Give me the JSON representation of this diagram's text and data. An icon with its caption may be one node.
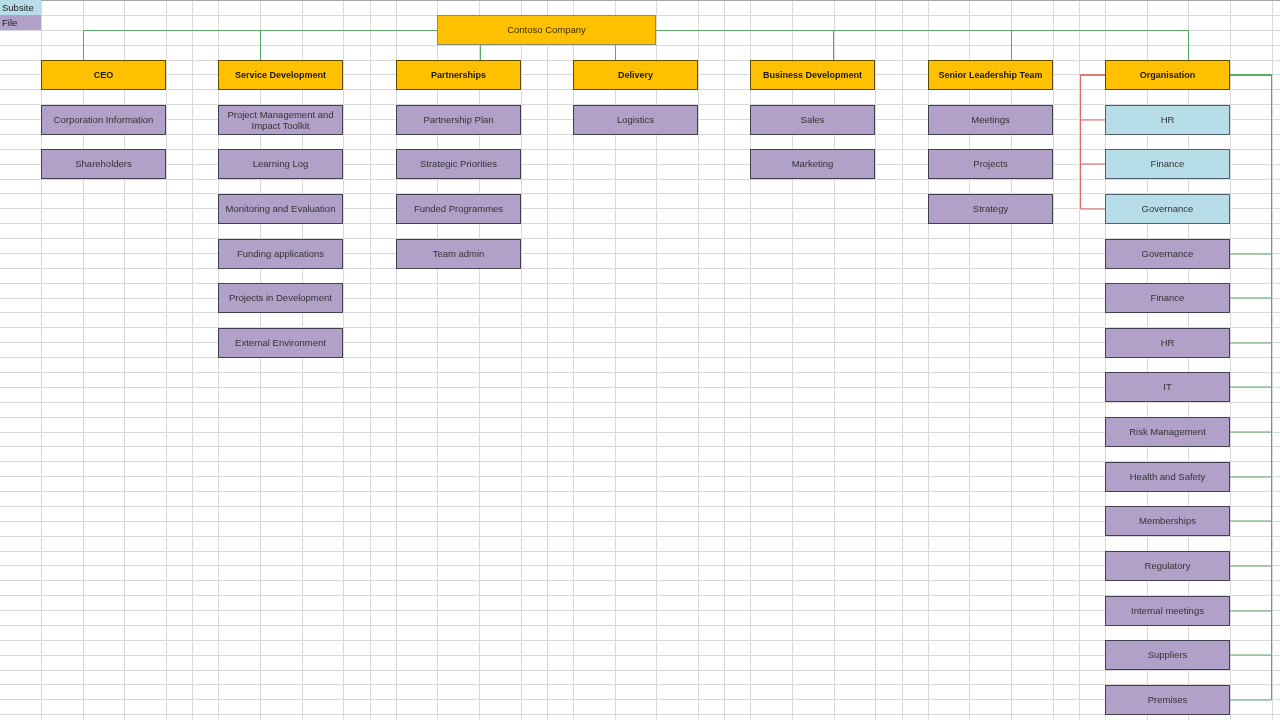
{
  "diagram": {
    "nodes": [
      {
        "text": [
          "Contoso Company"
        ]
      },
      {
        "text": [
          "CEO"
        ]
      },
      {
        "text": [
          "Corporation Information"
        ]
      },
      {
        "text": [
          "Shareholders"
        ]
      },
      {
        "text": [
          "Service Development"
        ]
      },
      {
        "text": [
          "Project Management and Impact Toolkit"
        ]
      },
      {
        "text": [
          "Learning Log"
        ]
      },
      {
        "text": [
          "Monitoring and Evaluation"
        ]
      },
      {
        "text": [
          "Funding applications"
        ]
      },
      {
        "text": [
          "Projects in Development"
        ]
      },
      {
        "text": [
          "External Environment"
        ]
      },
      {
        "text": [
          "Partnerships"
        ]
      },
      {
        "text": [
          "Partnership Plan"
        ]
      },
      {
        "text": [
          "Strategic Priorities"
        ]
      },
      {
        "text": [
          "Funded Programmes"
        ]
      },
      {
        "text": [
          "Team admin"
        ]
      },
      {
        "text": [
          "Delivery"
        ]
      },
      {
        "text": [
          "Logistics"
        ]
      },
      {
        "text": [
          "Business Development"
        ]
      },
      {
        "text": [
          "Sales"
        ]
      },
      {
        "text": [
          "Marketing"
        ]
      },
      {
        "text": [
          "Senior Leadership Team"
        ]
      },
      {
        "text": [
          "Meetings"
        ]
      },
      {
        "text": [
          "Projects"
        ]
      },
      {
        "text": [
          "Strategy"
        ]
      },
      {
        "text": [
          "Organisation"
        ]
      },
      {
        "text": [
          "HR"
        ]
      },
      {
        "text": [
          "Finance"
        ]
      },
      {
        "text": [
          "Governance"
        ]
      },
      {
        "text": [
          "Governance"
        ]
      },
      {
        "text": [
          "Finance"
        ]
      },
      {
        "text": [
          "HR"
        ]
      },
      {
        "text": [
          "IT"
        ]
      },
      {
        "text": [
          "Risk Management"
        ]
      },
      {
        "text": [
          "Health and Safety"
        ]
      },
      {
        "text": [
          "Memberships"
        ]
      },
      {
        "text": [
          "Regulatory"
        ]
      },
      {
        "text": [
          "Internal meetings"
        ]
      },
      {
        "text": [
          "Suppliers"
        ]
      },
      {
        "text": [
          "Premises"
        ]
      }
    ],
    "edges": [
      {
        "from": 0,
        "to": 1,
        "arrow": "none"
      },
      {
        "from": 0,
        "to": 4,
        "arrow": "none"
      },
      {
        "from": 0,
        "to": 11,
        "arrow": "none"
      },
      {
        "from": 0,
        "to": 16,
        "arrow": "none"
      },
      {
        "from": 0,
        "to": 18,
        "arrow": "none"
      },
      {
        "from": 0,
        "to": 21,
        "arrow": "none"
      },
      {
        "from": 0,
        "to": 25,
        "arrow": "none"
      },
      {
        "from": 25,
        "to": 26,
        "arrow": "none",
        "color": "#e06666"
      },
      {
        "from": 25,
        "to": 27,
        "arrow": "none",
        "color": "#e06666"
      },
      {
        "from": 25,
        "to": 28,
        "arrow": "none",
        "color": "#e06666"
      },
      {
        "from": 25,
        "to": 29,
        "arrow": "none"
      },
      {
        "from": 25,
        "to": 30,
        "arrow": "none"
      },
      {
        "from": 25,
        "to": 31,
        "arrow": "none"
      },
      {
        "from": 25,
        "to": 32,
        "arrow": "none"
      },
      {
        "from": 25,
        "to": 33,
        "arrow": "none"
      },
      {
        "from": 25,
        "to": 34,
        "arrow": "none"
      },
      {
        "from": 25,
        "to": 35,
        "arrow": "none"
      },
      {
        "from": 25,
        "to": 36,
        "arrow": "none"
      },
      {
        "from": 25,
        "to": 37,
        "arrow": "none"
      },
      {
        "from": 25,
        "to": 38,
        "arrow": "none"
      },
      {
        "from": 25,
        "to": 39,
        "arrow": "none"
      }
    ],
    "legend": [
      {
        "text": "Subsite",
        "color": "#b7dde8"
      },
      {
        "text": "File",
        "color": "#b1a0c7"
      }
    ]
  }
}
